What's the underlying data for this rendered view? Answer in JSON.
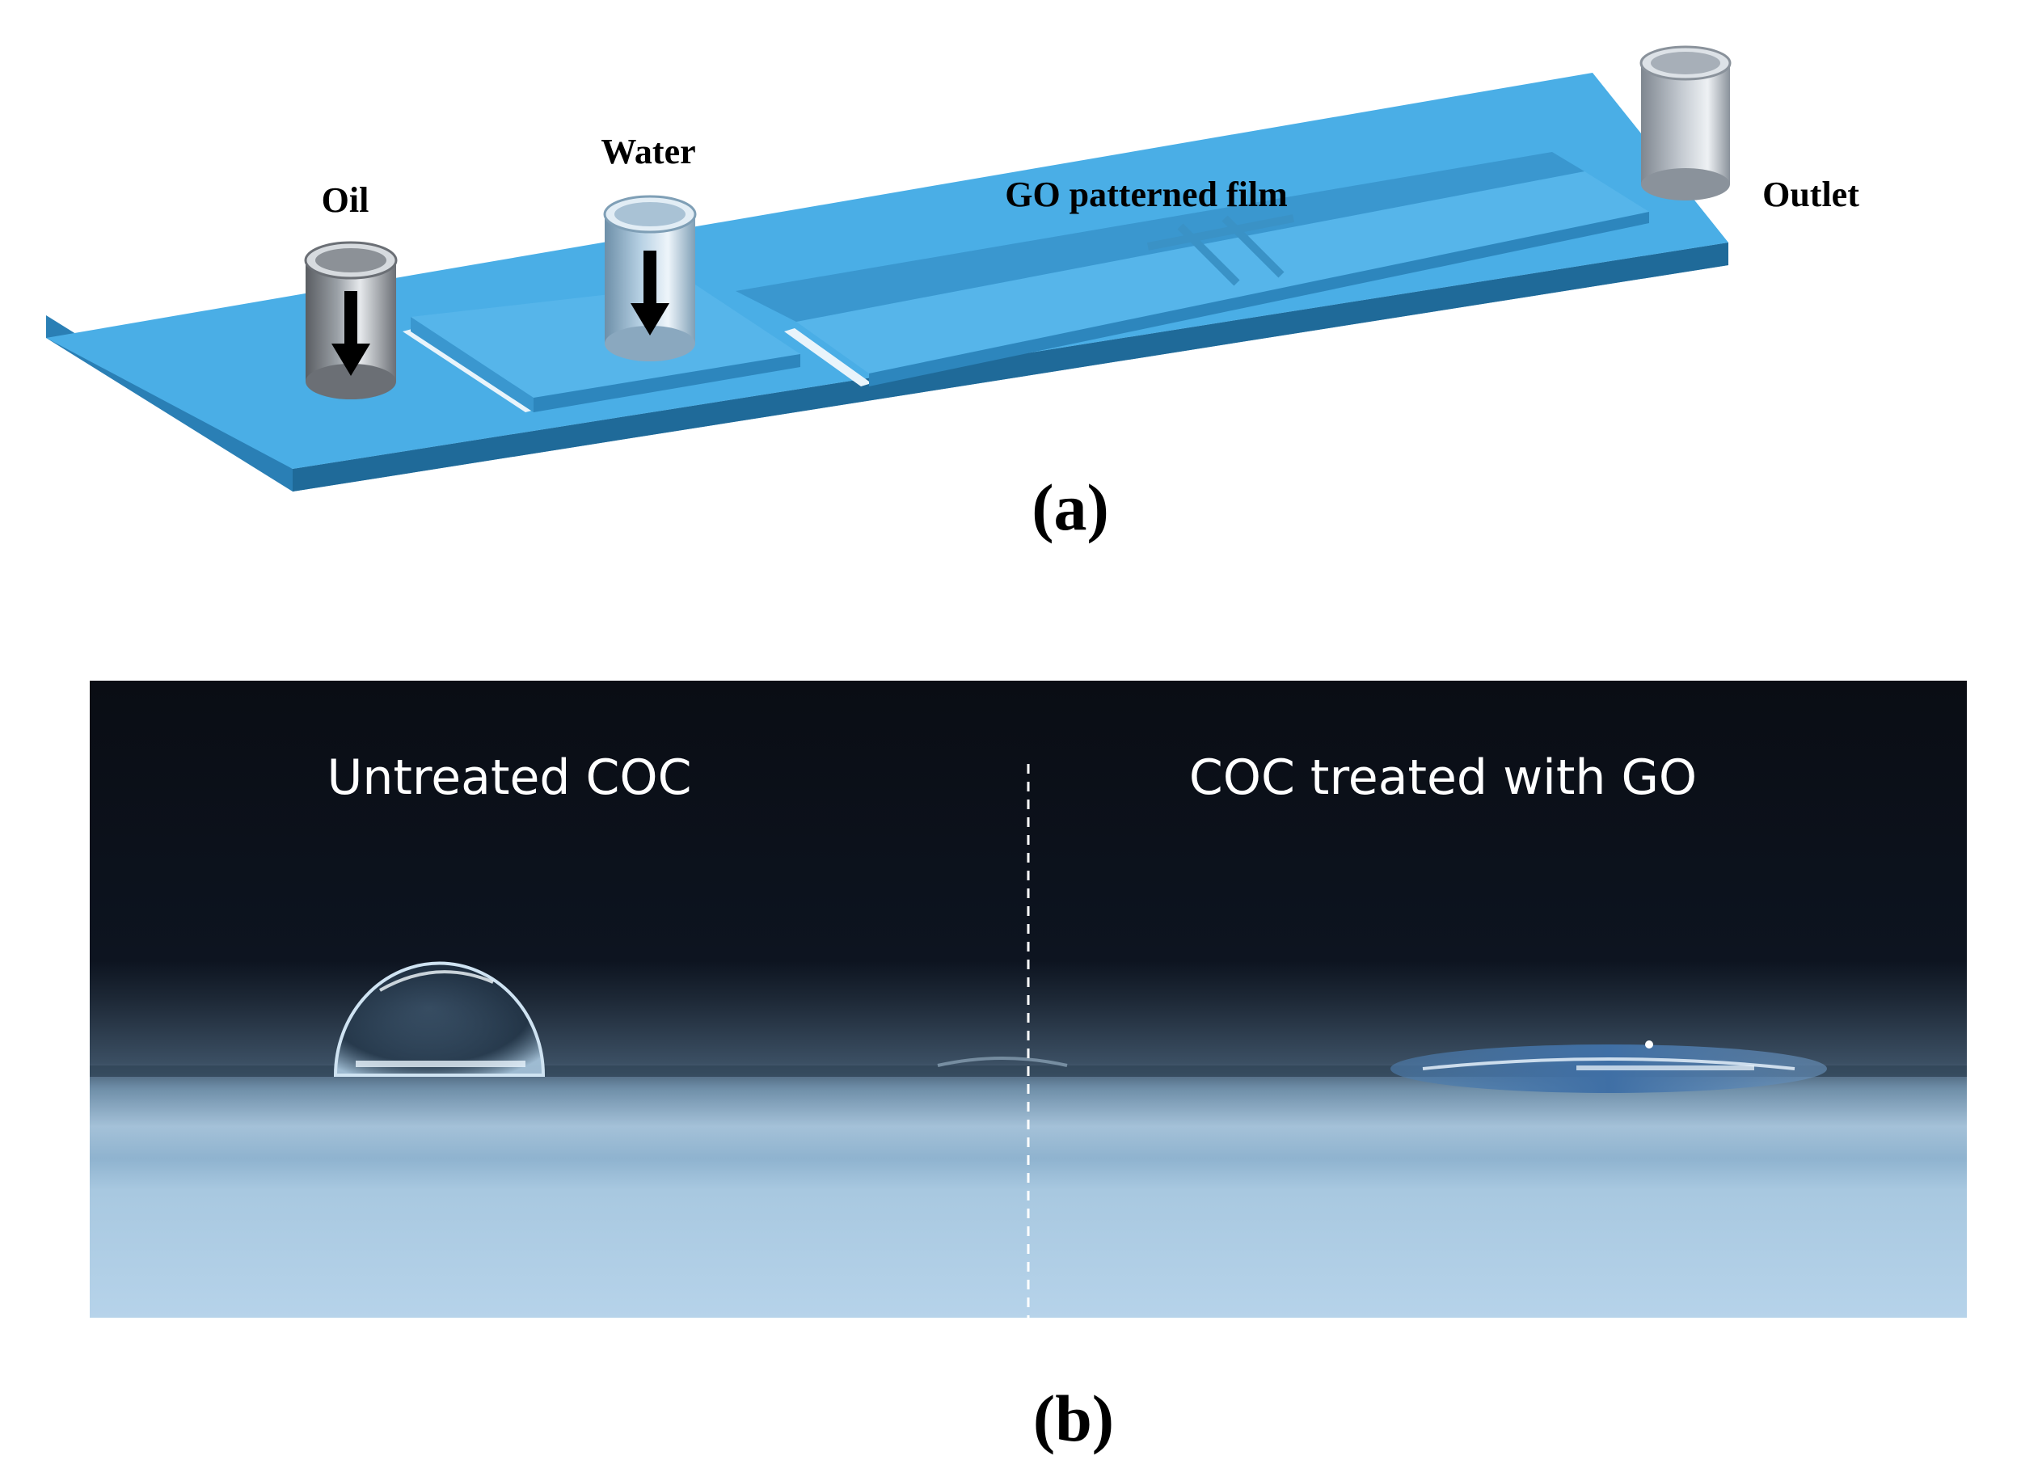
{
  "panel_a": {
    "caption": "(a)",
    "labels": {
      "oil": "Oil",
      "water": "Water",
      "film": "GO patterned film",
      "outlet": "Outlet"
    },
    "colors": {
      "chip_top": "#4aaee6",
      "chip_side": "#2a7fb5",
      "chip_dark": "#1f6a99"
    }
  },
  "panel_b": {
    "caption": "(b)",
    "labels": {
      "left": "Untreated COC",
      "right": "COC treated with GO"
    },
    "colors": {
      "background_top": "#0b0f17",
      "substrate": "#8fb8d6"
    }
  }
}
